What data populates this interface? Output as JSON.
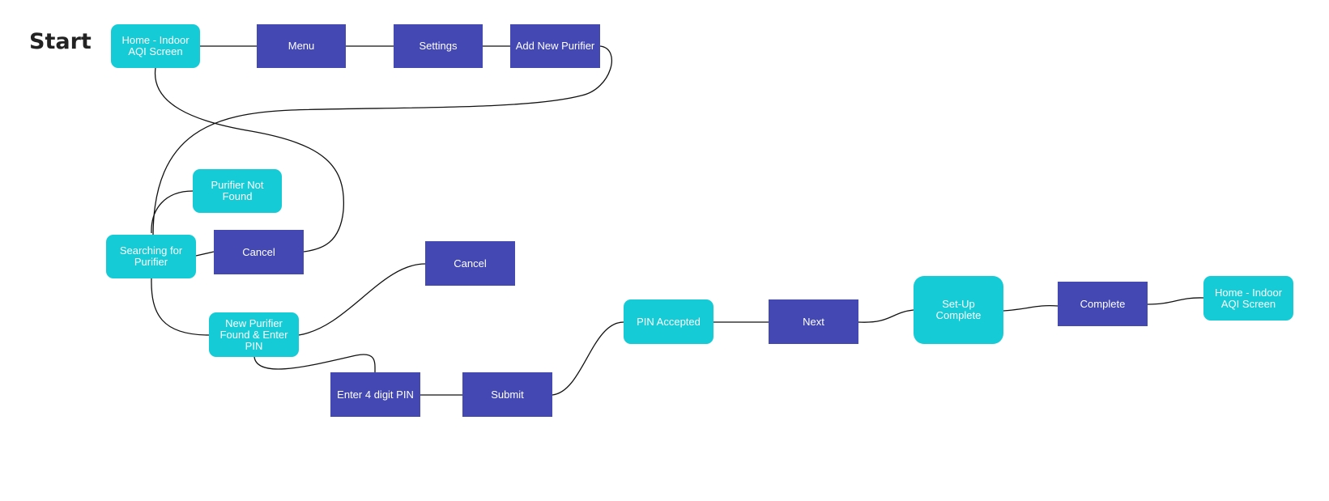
{
  "diagram": {
    "start_label": "Start",
    "colors": {
      "screen_node": "#14CBD6",
      "action_node": "#4348B3",
      "connector": "#111111",
      "node_text": "#FFFFFF",
      "start_text": "#222222"
    },
    "nodes": {
      "home_start": {
        "label": "Home - Indoor\nAQI Screen",
        "kind": "screen"
      },
      "menu": {
        "label": "Menu",
        "kind": "action"
      },
      "settings": {
        "label": "Settings",
        "kind": "action"
      },
      "add_new_purifier": {
        "label": "Add New Purifier",
        "kind": "action"
      },
      "purifier_not_found": {
        "label": "Purifier Not\nFound",
        "kind": "screen"
      },
      "searching_for_purifier": {
        "label": "Searching for\nPurifier",
        "kind": "screen"
      },
      "cancel_search": {
        "label": "Cancel",
        "kind": "action"
      },
      "cancel_pin": {
        "label": "Cancel",
        "kind": "action"
      },
      "new_purifier_found": {
        "label": "New Purifier\nFound & Enter\nPIN",
        "kind": "screen"
      },
      "enter_pin": {
        "label": "Enter 4 digit PIN",
        "kind": "action"
      },
      "submit": {
        "label": "Submit",
        "kind": "action"
      },
      "pin_accepted": {
        "label": "PIN Accepted",
        "kind": "screen"
      },
      "next": {
        "label": "Next",
        "kind": "action"
      },
      "setup_complete": {
        "label": "Set-Up\nComplete",
        "kind": "screen"
      },
      "complete": {
        "label": "Complete",
        "kind": "action"
      },
      "home_end": {
        "label": "Home - Indoor\nAQI Screen",
        "kind": "screen"
      }
    }
  }
}
